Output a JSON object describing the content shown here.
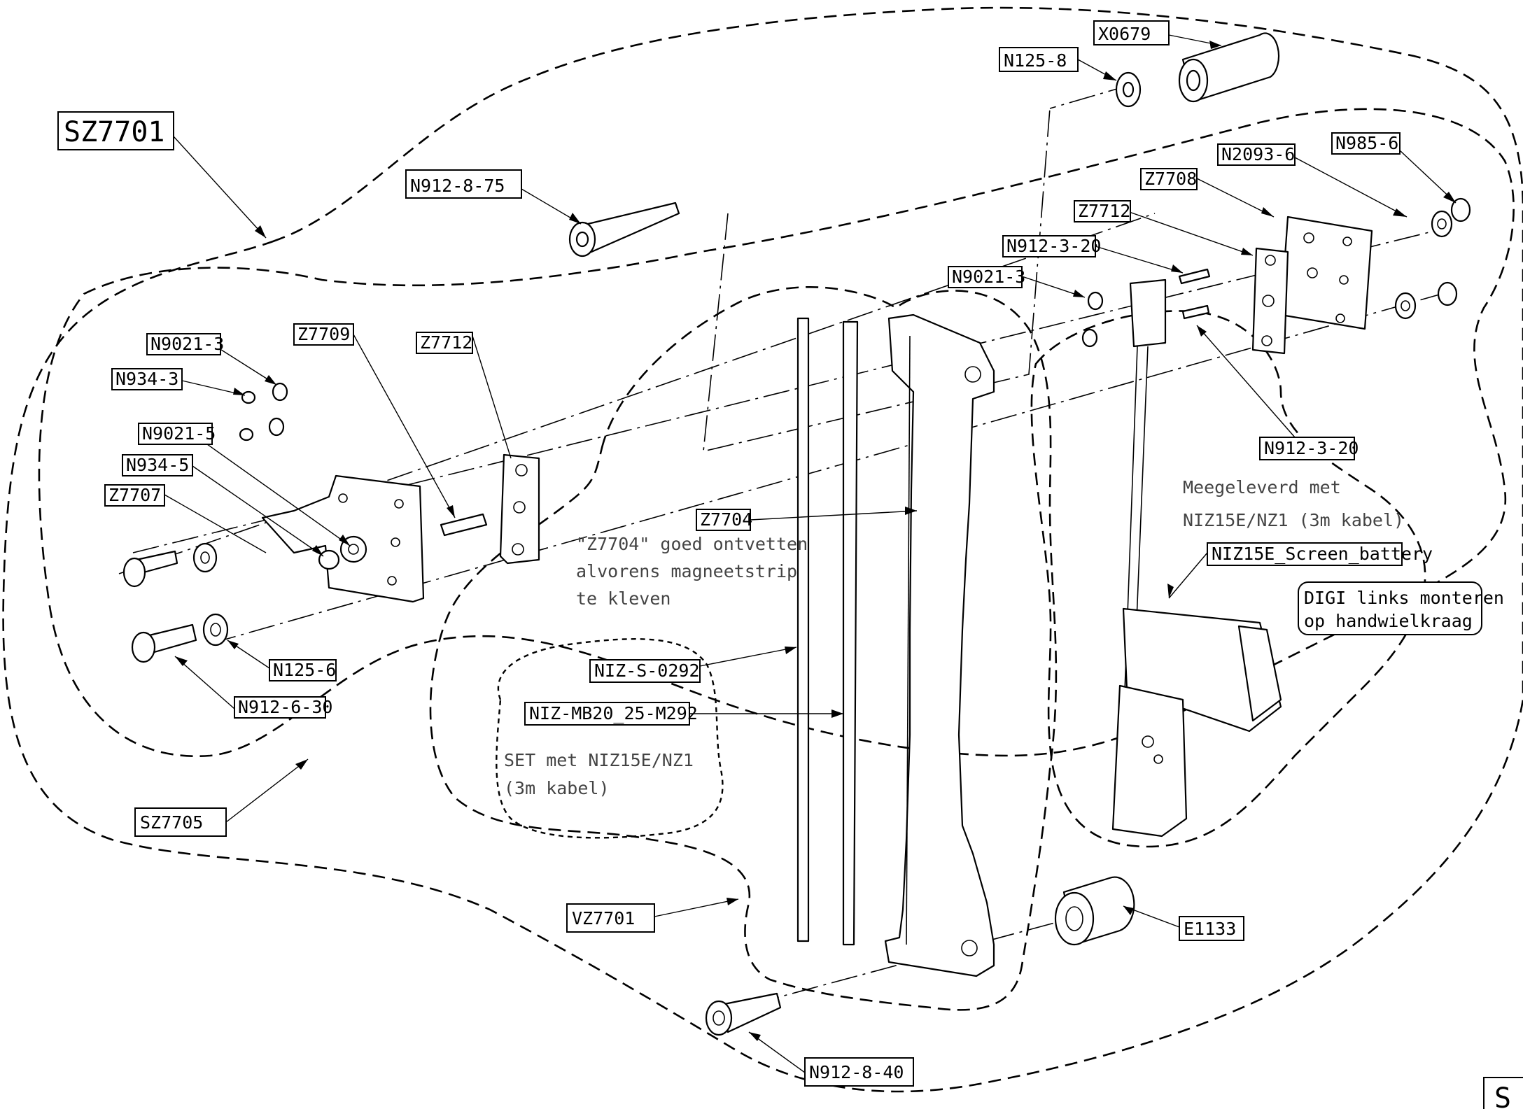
{
  "labels": {
    "sz7701": "SZ7701",
    "sz7705": "SZ7705",
    "vz7701": "VZ7701",
    "x0679": "X0679",
    "n125_8": "N125-8",
    "n912_8_75": "N912-8-75",
    "n985_6": "N985-6",
    "n2093_6": "N2093-6",
    "z7708": "Z7708",
    "z7712_right": "Z7712",
    "n912_3_20_top": "N912-3-20",
    "n9021_3_right": "N9021-3",
    "n912_3_20_bottom": "N912-3-20",
    "n9021_3_left": "N9021-3",
    "n934_3": "N934-3",
    "n9021_5": "N9021-5",
    "n934_5": "N934-5",
    "z7707": "Z7707",
    "z7709": "Z7709",
    "z7712_left": "Z7712",
    "n125_6": "N125-6",
    "n912_6_30": "N912-6-30",
    "z7704": "Z7704",
    "niz_s_0292": "NIZ-S-0292",
    "niz_mb20": "NIZ-MB20_25-M292",
    "niz15e_battery": "NIZ15E_Screen_battery",
    "e1133": "E1133",
    "n912_8_40": "N912-8-40",
    "corner_tab": "S"
  },
  "notes": {
    "degrease_1": "\"Z7704\" goed ontvetten",
    "degrease_2": "alvorens magneetstrip",
    "degrease_3": "te kleven",
    "supplied_1": "Meegeleverd met",
    "supplied_2": "NIZ15E/NZ1 (3m kabel)",
    "set_1": "SET met NIZ15E/NZ1",
    "set_2": "(3m kabel)",
    "digi_1": "DIGI links monteren",
    "digi_2": "op handwielkraag"
  }
}
